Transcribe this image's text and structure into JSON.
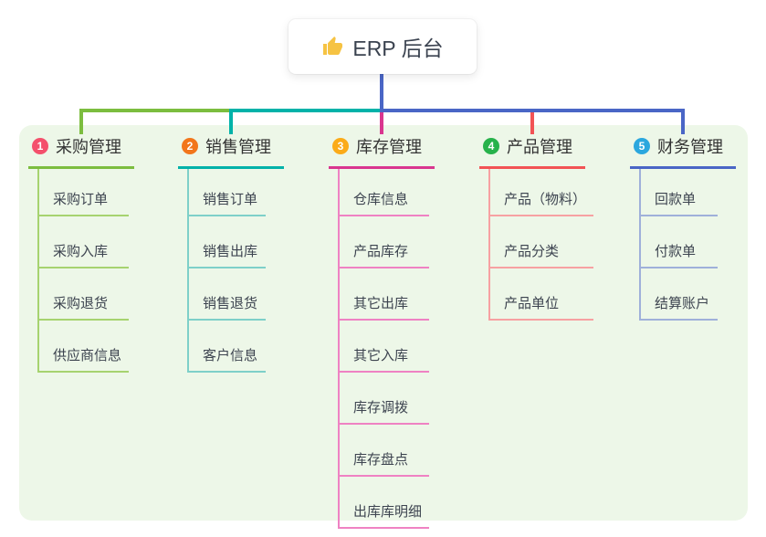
{
  "root": {
    "label": "ERP 后台",
    "icon": "thumbs-up-icon",
    "icon_color": "#f6c343",
    "stem_color": "#4a66c6"
  },
  "panel": {
    "background": "#edf7e8"
  },
  "branches": [
    {
      "badge": "1",
      "label": "采购管理",
      "badge_color": "#f4506c",
      "line_color": "#7cbd3f",
      "child_line_color": "#a6d36f",
      "children": [
        "采购订单",
        "采购入库",
        "采购退货",
        "供应商信息"
      ]
    },
    {
      "badge": "2",
      "label": "销售管理",
      "badge_color": "#f2761b",
      "line_color": "#00b2a9",
      "child_line_color": "#7ed0c9",
      "children": [
        "销售订单",
        "销售出库",
        "销售退货",
        "客户信息"
      ]
    },
    {
      "badge": "3",
      "label": "库存管理",
      "badge_color": "#fbab18",
      "line_color": "#d9368f",
      "child_line_color": "#ef82c3",
      "children": [
        "仓库信息",
        "产品库存",
        "其它出库",
        "其它入库",
        "库存调拨",
        "库存盘点",
        "出库库明细"
      ]
    },
    {
      "badge": "4",
      "label": "产品管理",
      "badge_color": "#27b24b",
      "line_color": "#f25355",
      "child_line_color": "#f7a1a2",
      "children": [
        "产品（物料）",
        "产品分类",
        "产品单位"
      ]
    },
    {
      "badge": "5",
      "label": "财务管理",
      "badge_color": "#2ba7de",
      "line_color": "#4a66c6",
      "child_line_color": "#9fb0da",
      "children": [
        "回款单",
        "付款单",
        "结算账户"
      ]
    }
  ]
}
